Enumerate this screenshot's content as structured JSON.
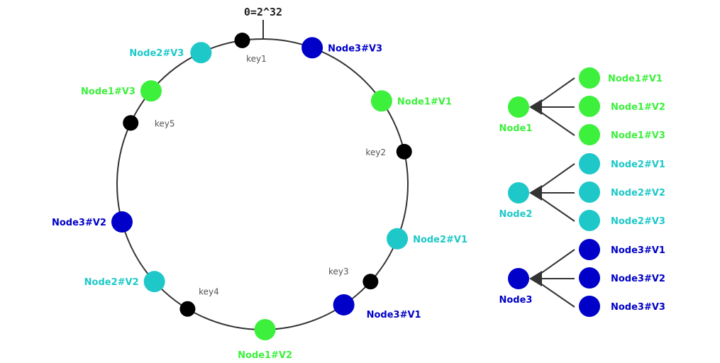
{
  "title": "Consistent hashing ring with virtual nodes",
  "colors": {
    "node1": "#3cf03c",
    "node2": "#1ec8c8",
    "node3": "#0000c8",
    "key": "#000000",
    "ring": "#333333"
  },
  "ring": {
    "origin_label": "0=2^32",
    "items": [
      {
        "kind": "key",
        "label": "key1",
        "angle": -8
      },
      {
        "kind": "node",
        "group": "node3",
        "label": "Node3#V3",
        "angle": 20
      },
      {
        "kind": "node",
        "group": "node1",
        "label": "Node1#V1",
        "angle": 55
      },
      {
        "kind": "key",
        "label": "key2",
        "angle": 77
      },
      {
        "kind": "node",
        "group": "node2",
        "label": "Node2#V1",
        "angle": 112
      },
      {
        "kind": "key",
        "label": "key3",
        "angle": 132
      },
      {
        "kind": "node",
        "group": "node3",
        "label": "Node3#V1",
        "angle": 146
      },
      {
        "kind": "node",
        "group": "node1",
        "label": "Node1#V2",
        "angle": 179
      },
      {
        "kind": "key",
        "label": "key4",
        "angle": 211
      },
      {
        "kind": "node",
        "group": "node2",
        "label": "Node2#V2",
        "angle": 228
      },
      {
        "kind": "node",
        "group": "node3",
        "label": "Node3#V2",
        "angle": 255
      },
      {
        "kind": "key",
        "label": "key5",
        "angle": 295
      },
      {
        "kind": "node",
        "group": "node1",
        "label": "Node1#V3",
        "angle": 310
      },
      {
        "kind": "node",
        "group": "node2",
        "label": "Node2#V3",
        "angle": 335
      }
    ]
  },
  "legend": [
    {
      "group": "node1",
      "label": "Node1",
      "virtual": [
        "Node1#V1",
        "Node1#V2",
        "Node1#V3"
      ]
    },
    {
      "group": "node2",
      "label": "Node2",
      "virtual": [
        "Node2#V1",
        "Node2#V2",
        "Node2#V3"
      ]
    },
    {
      "group": "node3",
      "label": "Node3",
      "virtual": [
        "Node3#V1",
        "Node3#V2",
        "Node3#V3"
      ]
    }
  ]
}
